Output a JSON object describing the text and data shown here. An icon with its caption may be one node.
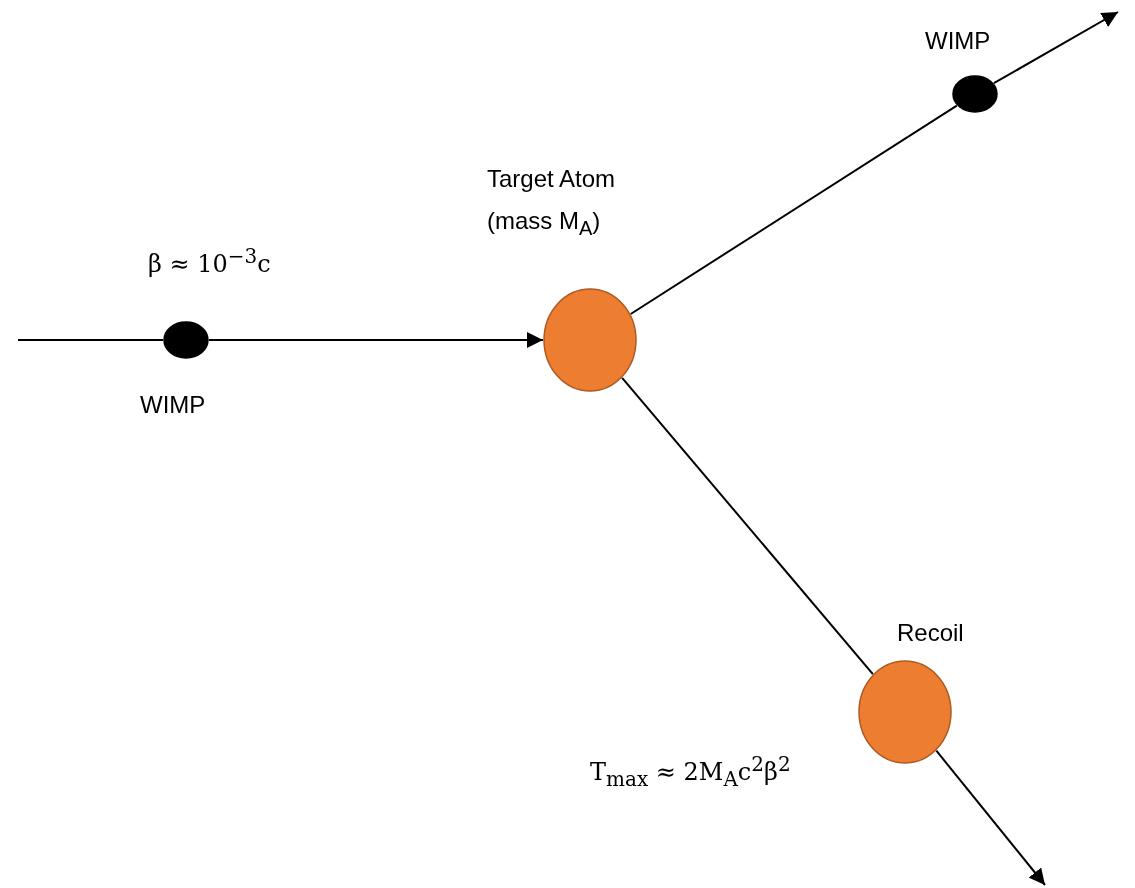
{
  "diagram": {
    "nodes": [
      {
        "text": [],
        "shape": "circle",
        "beside": [
          "β ≈ 10$^{−3}$c",
          "WIMP"
        ]
      },
      {
        "text": [],
        "shape": "circle",
        "beside": [
          "Target Atom (mass M$_{A}$)"
        ]
      },
      {
        "text": [],
        "shape": "circle",
        "beside": [
          "WIMP"
        ]
      },
      {
        "text": [],
        "shape": "circle",
        "beside": [
          "Recoil",
          "T$_{max}$ ≈ 2M$_{A}$c$^{2}$β$^{2}$"
        ]
      }
    ],
    "edges": [
      {
        "from": null,
        "to": 0,
        "arrow": "none"
      },
      {
        "from": 0,
        "to": 1,
        "arrow": "to"
      },
      {
        "from": 1,
        "to": 2,
        "arrow": "none"
      },
      {
        "from": 2,
        "to": null,
        "arrow": "to"
      },
      {
        "from": 1,
        "to": 3,
        "arrow": "none"
      },
      {
        "from": 3,
        "to": null,
        "arrow": "to"
      }
    ]
  }
}
